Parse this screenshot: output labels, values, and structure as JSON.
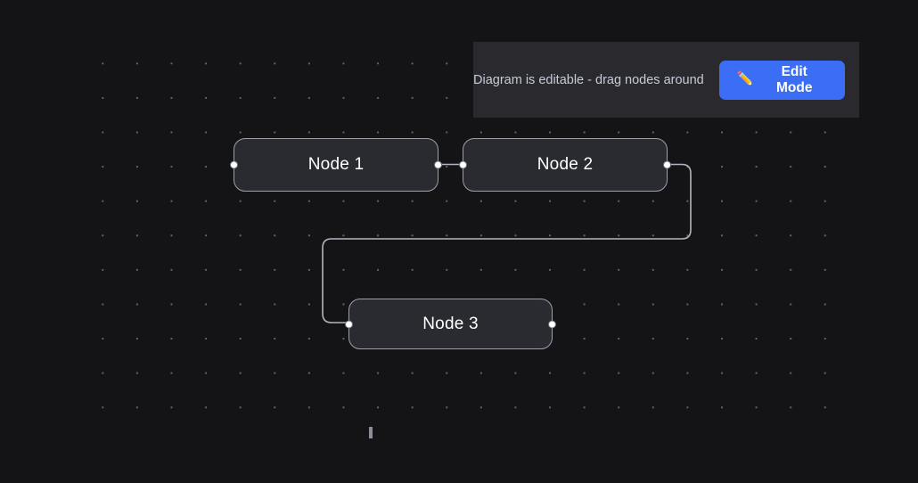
{
  "banner": {
    "message": "Diagram is editable - drag nodes around",
    "button": {
      "label": "Edit Mode",
      "icon": "pencil-icon",
      "glyph": "✏️",
      "color": "#3b6ef5"
    }
  },
  "canvas": {
    "background": "#141416",
    "grid": {
      "dot_color": "#6d7180",
      "spacing": 38.6
    }
  },
  "diagram": {
    "nodes": [
      {
        "id": "node-1",
        "label": "Node 1"
      },
      {
        "id": "node-2",
        "label": "Node 2"
      },
      {
        "id": "node-3",
        "label": "Node 3"
      }
    ],
    "edges": [
      {
        "from": "node-1",
        "to": "node-2"
      },
      {
        "from": "node-2",
        "to": "node-3"
      }
    ],
    "node_style": {
      "fill": "#2a2b30",
      "border": "#9ca0ab",
      "text": "#ffffff"
    },
    "edge_style": {
      "stroke": "#b1b5c0"
    },
    "handle_style": {
      "fill": "#ffffff",
      "border": "#6f7380"
    }
  }
}
